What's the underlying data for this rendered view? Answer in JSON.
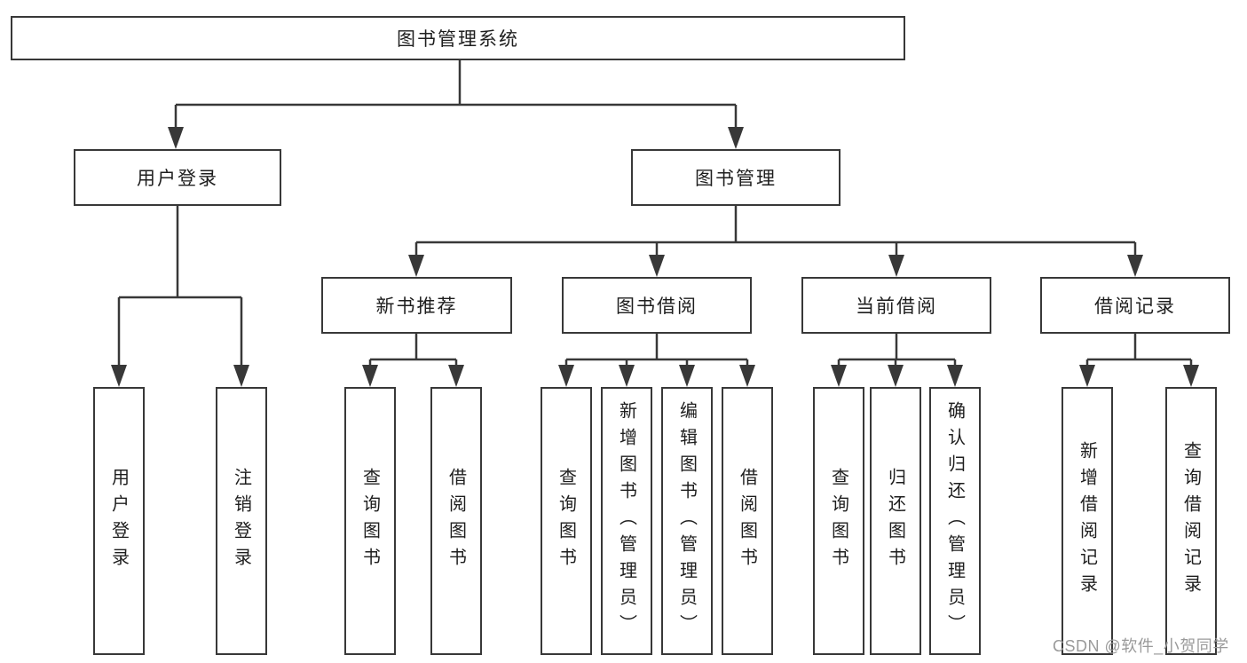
{
  "diagram": {
    "title_box": {
      "label": "图书管理系统"
    },
    "level2": [
      "用户登录",
      "图书管理"
    ],
    "level3": [
      "新书推荐",
      "图书借阅",
      "当前借阅",
      "借阅记录"
    ],
    "leaves": {
      "user_login": [
        "用户登录",
        "注销登录"
      ],
      "new_book_recommend": [
        "查询图书",
        "借阅图书"
      ],
      "book_borrowing": [
        "查询图书",
        "新增图书（管理员）",
        "编辑图书（管理员）",
        "借阅图书"
      ],
      "current_borrowing": [
        "查询图书",
        "归还图书",
        "确认归还（管理员）"
      ],
      "borrowing_records": [
        "新增借阅记录",
        "查询借阅记录"
      ]
    },
    "watermark": "CSDN @软件_小贺同学",
    "colors": {
      "line": "#383838",
      "text": "#1e1e1e",
      "watermark": "#9a9a9a",
      "background": "#ffffff"
    }
  }
}
